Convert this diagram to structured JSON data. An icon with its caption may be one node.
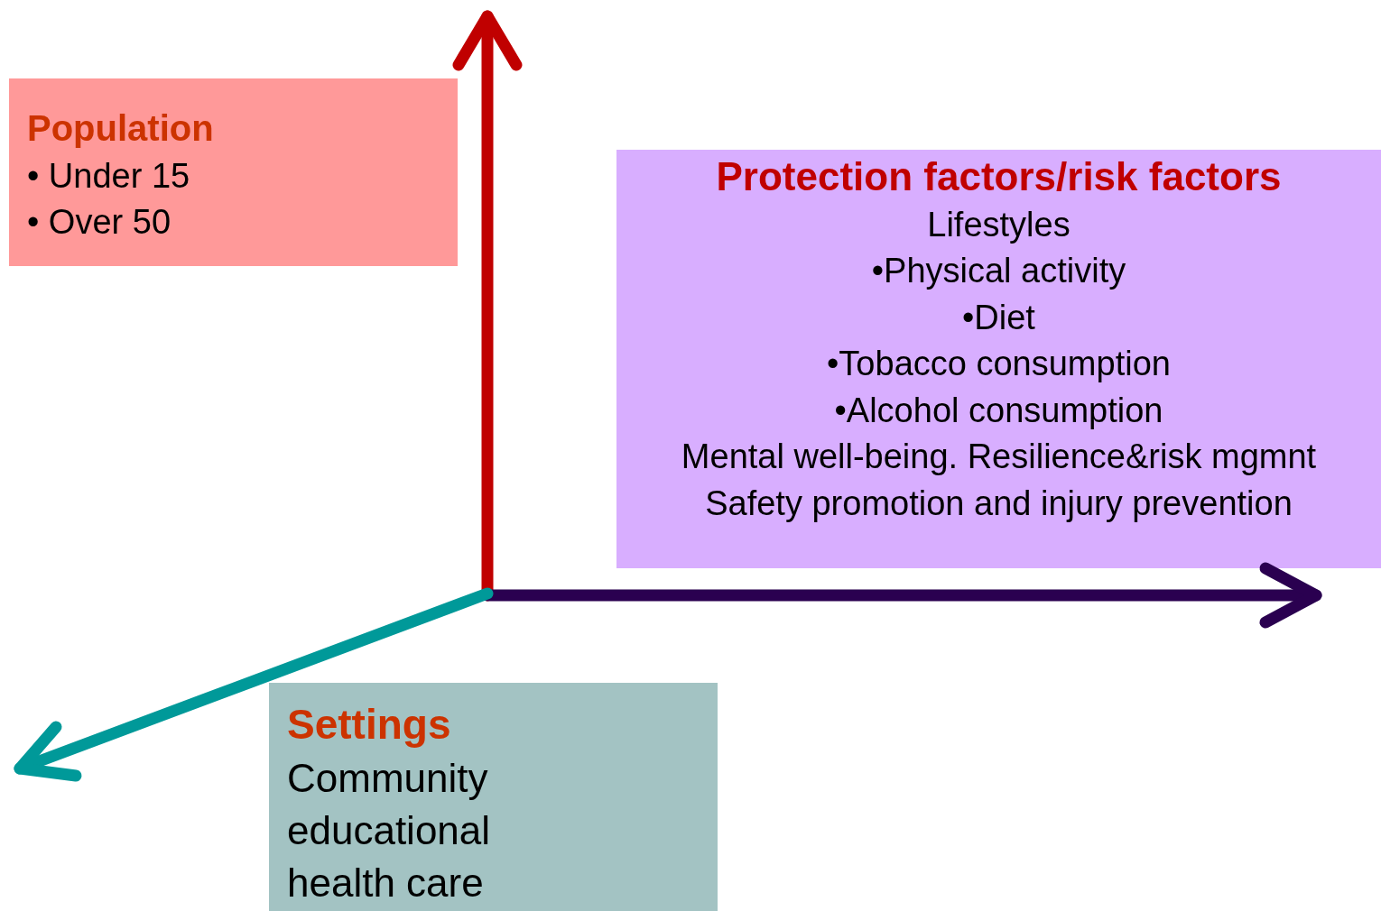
{
  "diagram": {
    "nodes": [
      {
        "text": [
          "Population",
          "• Under 15",
          "• Over 50"
        ]
      },
      {
        "text": [
          "Protection factors/risk factors",
          "Lifestyles",
          "•Physical activity",
          "•Diet",
          "•Tobacco consumption",
          "•Alcohol consumption",
          "Mental well-being. Resilience&risk mgmnt",
          "Safety promotion and injury prevention"
        ]
      },
      {
        "text": [
          "Settings",
          "Community",
          "educational",
          "health care"
        ]
      }
    ]
  }
}
